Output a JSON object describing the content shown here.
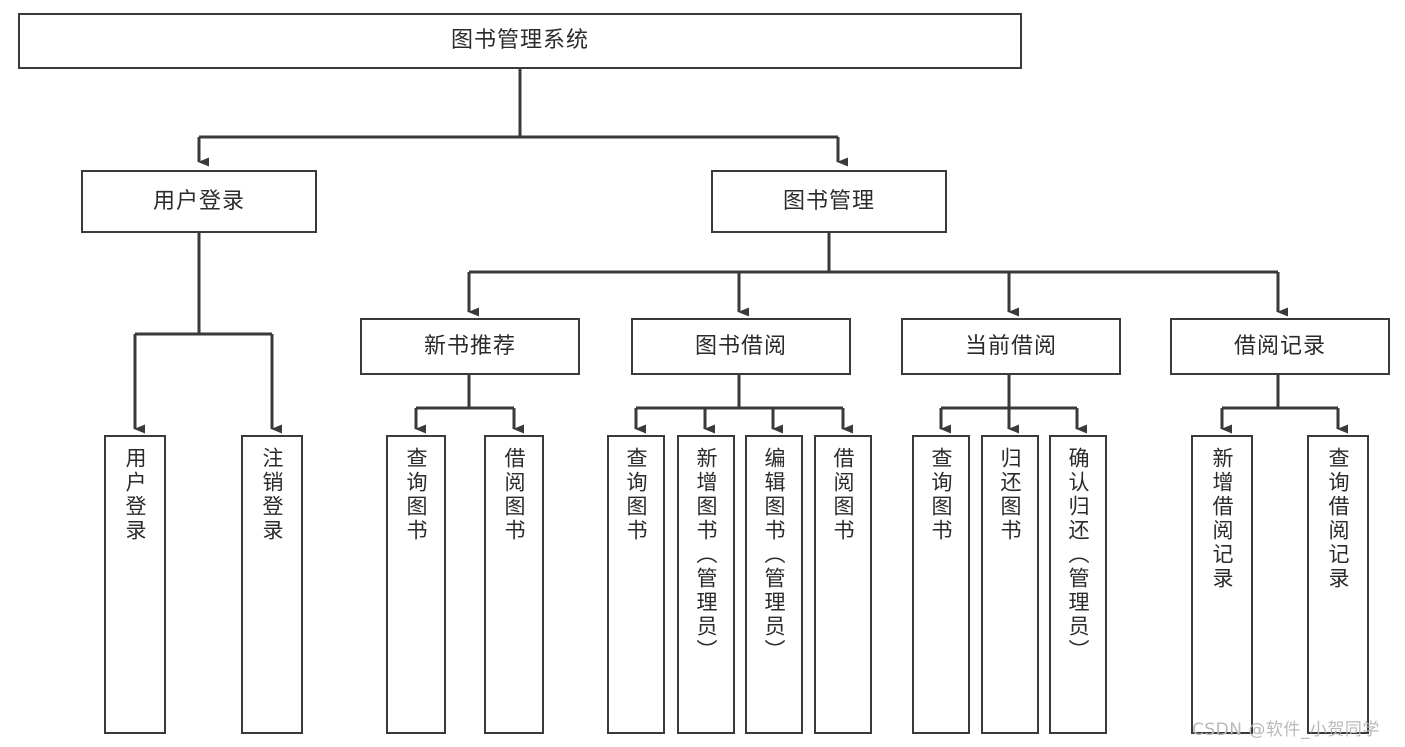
{
  "diagram": {
    "type": "tree",
    "title": "图书管理系统",
    "watermark": "CSDN @软件_小贺同学",
    "colors": {
      "stroke": "#3a3a3a",
      "fill": "#ffffff",
      "text": "#2b2b2b",
      "watermark": "#b9b9b9"
    },
    "root": {
      "label": "图书管理系统"
    },
    "level2": [
      {
        "id": "user-login",
        "label": "用户登录"
      },
      {
        "id": "book-management",
        "label": "图书管理"
      }
    ],
    "level3": [
      {
        "id": "new-book-recommend",
        "label": "新书推荐"
      },
      {
        "id": "book-borrow",
        "label": "图书借阅"
      },
      {
        "id": "current-borrow",
        "label": "当前借阅"
      },
      {
        "id": "borrow-record",
        "label": "借阅记录"
      }
    ],
    "leaves": {
      "user_login": [
        {
          "id": "leaf-user-login",
          "label": "用户登录"
        },
        {
          "id": "leaf-logout",
          "label": "注销登录"
        }
      ],
      "new_book_recommend": [
        {
          "id": "leaf-query-book-1",
          "label": "查询图书"
        },
        {
          "id": "leaf-borrow-book-1",
          "label": "借阅图书"
        }
      ],
      "book_borrow": [
        {
          "id": "leaf-query-book-2",
          "label": "查询图书"
        },
        {
          "id": "leaf-add-book",
          "label": "新增图书（管理员）"
        },
        {
          "id": "leaf-edit-book",
          "label": "编辑图书（管理员）"
        },
        {
          "id": "leaf-borrow-book-2",
          "label": "借阅图书"
        }
      ],
      "current_borrow": [
        {
          "id": "leaf-query-book-3",
          "label": "查询图书"
        },
        {
          "id": "leaf-return-book",
          "label": "归还图书"
        },
        {
          "id": "leaf-confirm-return",
          "label": "确认归还（管理员）"
        }
      ],
      "borrow_record": [
        {
          "id": "leaf-add-record",
          "label": "新增借阅记录"
        },
        {
          "id": "leaf-query-record",
          "label": "查询借阅记录"
        }
      ]
    }
  }
}
